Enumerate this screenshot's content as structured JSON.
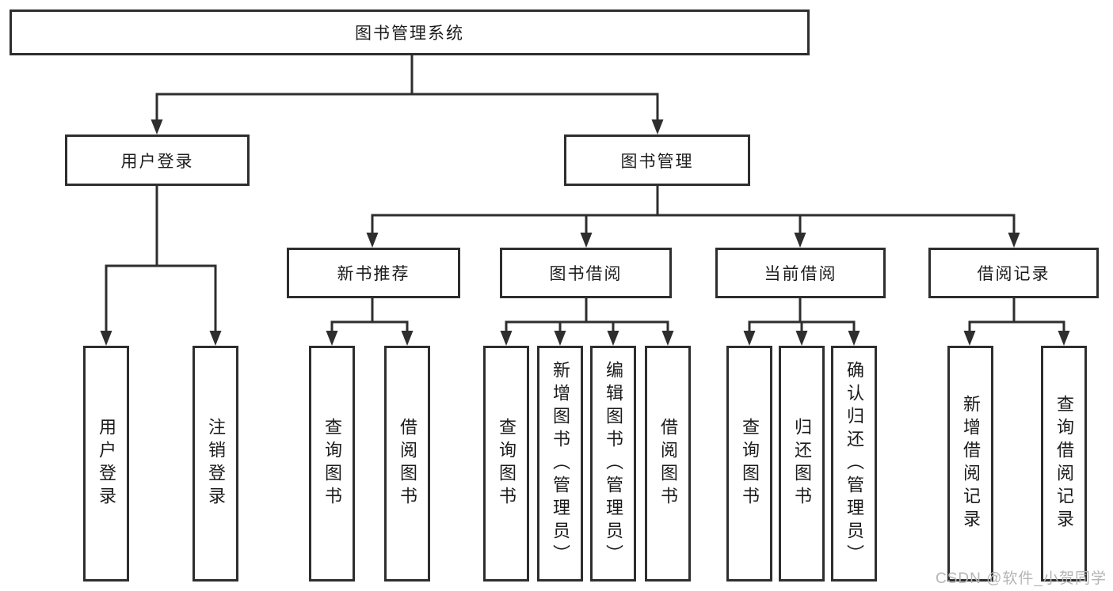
{
  "diagram": {
    "type": "hierarchy-tree",
    "root": {
      "label": "图书管理系统"
    },
    "branches": [
      {
        "label": "用户登录",
        "children": [
          {
            "label": "用户登录"
          },
          {
            "label": "注销登录"
          }
        ]
      },
      {
        "label": "图书管理",
        "children": [
          {
            "label": "新书推荐",
            "children": [
              {
                "label": "查询图书"
              },
              {
                "label": "借阅图书"
              }
            ]
          },
          {
            "label": "图书借阅",
            "children": [
              {
                "label": "查询图书"
              },
              {
                "label": "新增图书（管理员）"
              },
              {
                "label": "编辑图书（管理员）"
              },
              {
                "label": "借阅图书"
              }
            ]
          },
          {
            "label": "当前借阅",
            "children": [
              {
                "label": "查询图书"
              },
              {
                "label": "归还图书"
              },
              {
                "label": "确认归还（管理员）"
              }
            ]
          },
          {
            "label": "借阅记录",
            "children": [
              {
                "label": "新增借阅记录"
              },
              {
                "label": "查询借阅记录"
              }
            ]
          }
        ]
      }
    ],
    "watermark": {
      "text": "CSDN @软件_小贺同学"
    },
    "colors": {
      "line": "#2e2e2e",
      "box_border": "#2e2e2e",
      "text": "#1c1c1c",
      "background": "#ffffff",
      "watermark": "#b5b5b5"
    }
  }
}
